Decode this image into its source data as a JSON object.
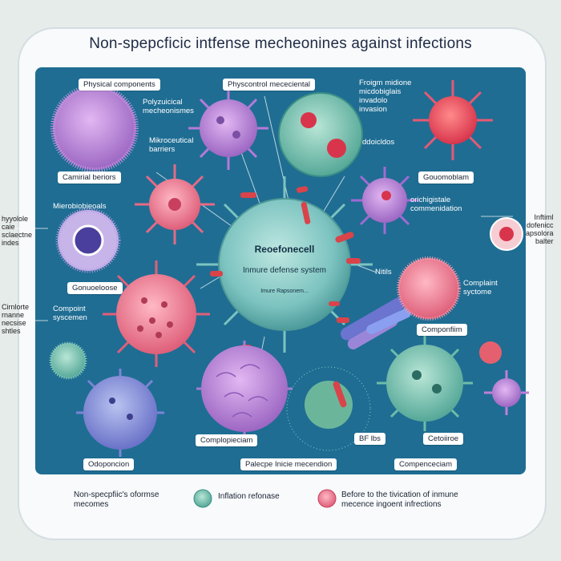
{
  "title": "Non-spepcficic intfense mecheonines against infections",
  "center": {
    "line1": "Reoefonecell",
    "line2": "Inmure defense system",
    "line3": "Imure Rapsonem..."
  },
  "labels": {
    "physical_components": "Physical components",
    "physcontrol": "Physcontrol mececiental",
    "foreign": "Froigm midione\nmicdobiglais\ninvadolo\ninvasion",
    "polyzuicical": "Polyzuicical\nmecheonismes",
    "mikroceutical": "Mikroceutical\nbarriers",
    "inner_dots": "ddoicldos",
    "central_barriers": "Camirial beriors",
    "gouomoblam": "Gouomoblam",
    "microbiodesals": "Mierobiobieoals",
    "orichigistale": "orichigistale\ncommenidation",
    "gonuoeloose": "Gonuoeloose",
    "nitils": "Nitils",
    "complaint_system": "Complaint\nsyctome",
    "compoint_system": "Compoint\nsyscemen",
    "componfiim": "Componfiim",
    "complopieciam": "Complopieciam",
    "cetoiiroe": "Cetoiiroe",
    "bf_lbs": "BF lbs",
    "odoponcion": "Odoponcion",
    "palecpe": "Palecpe Inicie mecendion",
    "compenceciam": "Compenceciam",
    "left_side_1": "hyyolole\ncaie\nsclaectne\nindes",
    "left_side_2": "Cirnlorte\nrnanne\nnecsise\nshtles",
    "right_side": "Inftiml\ndofenicc\napsolora\nbalter"
  },
  "legend": {
    "item1": "Non-specpfiic's oformse\nmecomes",
    "item2": "Inflation refonase",
    "item3": "Before to the tivication of inmune\nmecence ingoent infrections"
  },
  "colors": {
    "panel": "#1f6d93",
    "center_cell": "#7cc3c0",
    "pink": "#e0607a",
    "purple": "#a67ac9",
    "teal": "#5fb3a6",
    "red_rod": "#d9434a"
  }
}
